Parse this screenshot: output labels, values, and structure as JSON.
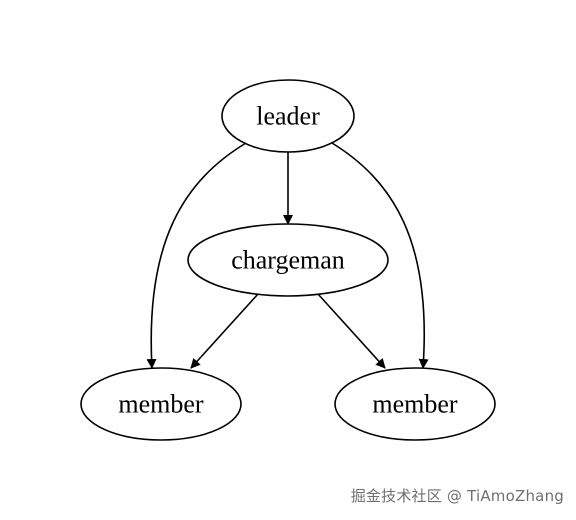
{
  "diagram": {
    "type": "directed-graph",
    "stroke_color": "#000000",
    "background": "#ffffff",
    "nodes": [
      {
        "id": "leader",
        "label": "leader"
      },
      {
        "id": "chargeman",
        "label": "chargeman"
      },
      {
        "id": "member1",
        "label": "member"
      },
      {
        "id": "member2",
        "label": "member"
      }
    ],
    "edges": [
      {
        "from": "leader",
        "to": "chargeman"
      },
      {
        "from": "leader",
        "to": "member1"
      },
      {
        "from": "leader",
        "to": "member2"
      },
      {
        "from": "chargeman",
        "to": "member1"
      },
      {
        "from": "chargeman",
        "to": "member2"
      }
    ]
  },
  "watermark": {
    "text": "掘金技术社区 @ TiAmoZhang",
    "color": "#6f6f6f"
  }
}
